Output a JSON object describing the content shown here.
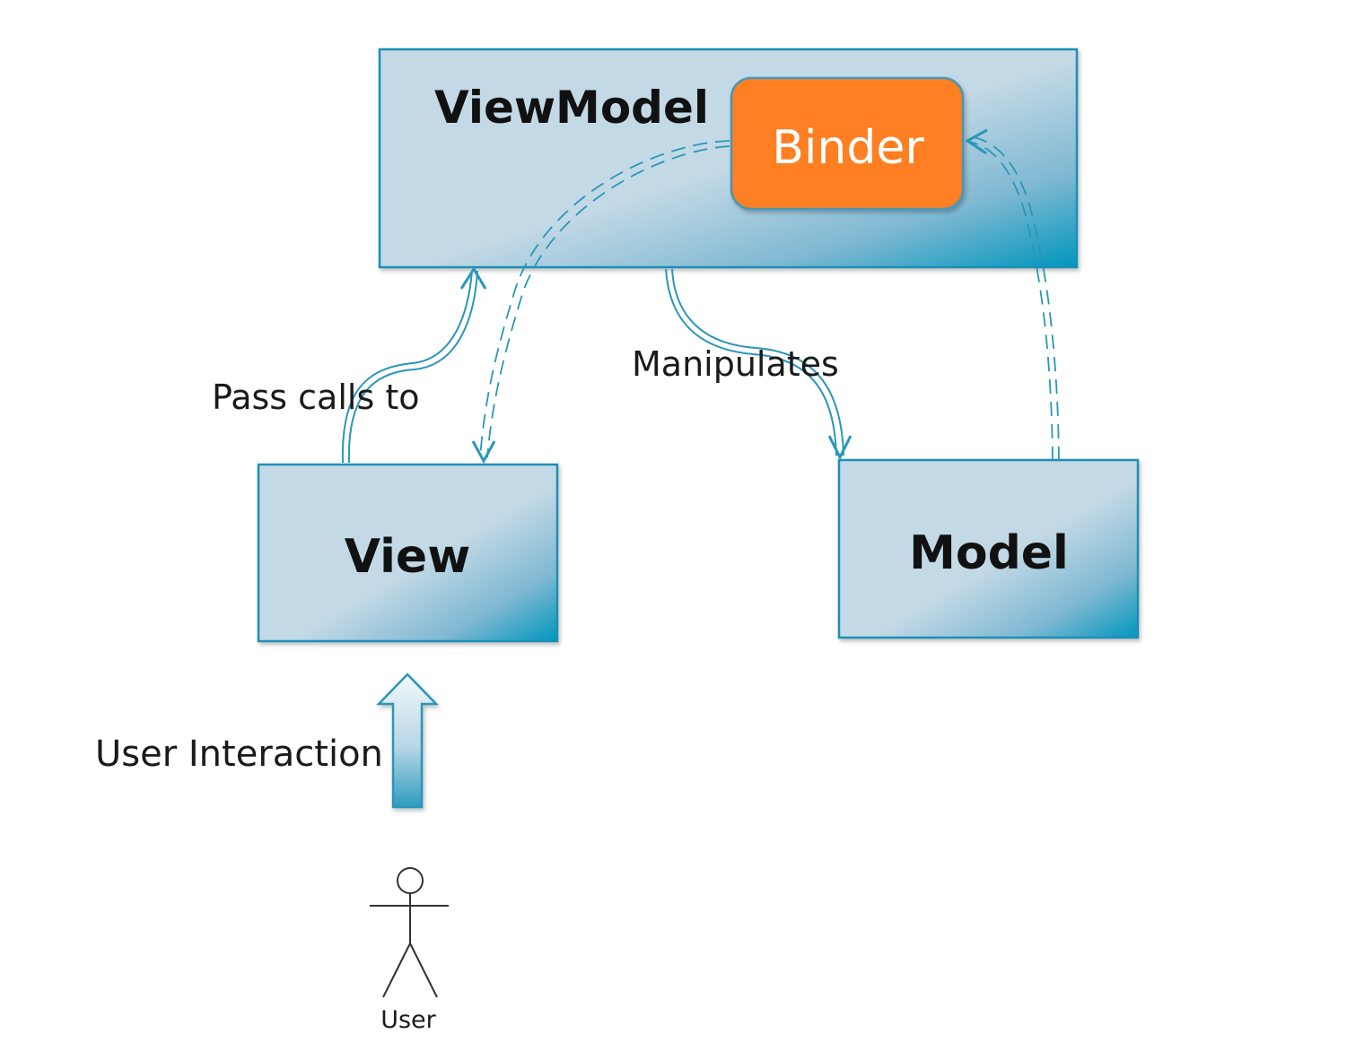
{
  "diagram": {
    "viewmodel": {
      "title": "ViewModel"
    },
    "binder": {
      "label": "Binder"
    },
    "view": {
      "title": "View"
    },
    "model": {
      "title": "Model"
    },
    "edges": {
      "pass_calls": "Pass calls to",
      "manipulates": "Manipulates",
      "user_interaction": "User Interaction"
    },
    "actor": {
      "label": "User"
    }
  },
  "colors": {
    "box_fill_light": "#c3d9e6",
    "box_fill_dark": "#0096bd",
    "box_stroke": "#1e8fb5",
    "binder_fill": "#ff7f24",
    "arrow_stroke": "#2a96b8"
  }
}
